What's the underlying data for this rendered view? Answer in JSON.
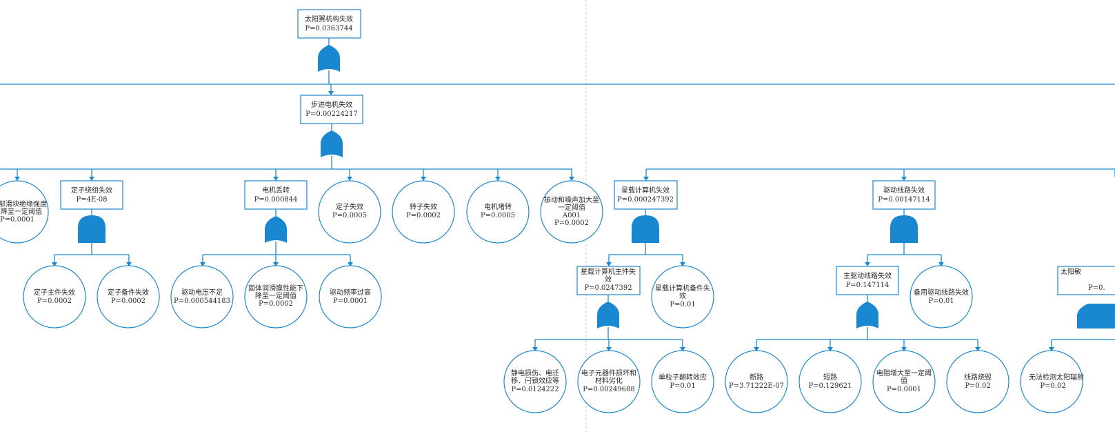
{
  "nodes": {
    "top": {
      "title": "太阳翼机构失效",
      "prob": "P=0.0363744"
    },
    "motor": {
      "title": "步进电机失效",
      "prob": "P=0.00224217"
    },
    "leftcut": {
      "lines": [
        "部滑块绝缘强度",
        "降至一定阈值"
      ],
      "prob": "P=0.0001"
    },
    "stator": {
      "title": "定子绕组失效",
      "prob": "P=4E-08"
    },
    "lost": {
      "title": "电机丢转",
      "prob": "P=0.000844"
    },
    "sfail": {
      "lines": [
        "定子失效"
      ],
      "prob": "P=0.0005"
    },
    "rfail": {
      "lines": [
        "转子失效"
      ],
      "prob": "P=0.0002"
    },
    "stall": {
      "lines": [
        "电机堵转"
      ],
      "prob": "P=0.0005"
    },
    "vib": {
      "lines": [
        "振动和噪声加大至",
        "一定阈值",
        "A001"
      ],
      "prob": "P=0.0002"
    },
    "smain": {
      "lines": [
        "定子主件失效"
      ],
      "prob": "P=0.0002"
    },
    "sbak": {
      "lines": [
        "定子备件失效"
      ],
      "prob": "P=0.0002"
    },
    "volt": {
      "lines": [
        "驱动电压不足"
      ],
      "prob": "P=0.000544183"
    },
    "lube": {
      "lines": [
        "固体润滑膜性能下",
        "降至一定阈值"
      ],
      "prob": "P=0.0002"
    },
    "freq": {
      "lines": [
        "驱动频率过高"
      ],
      "prob": "P=0.0001"
    },
    "obc": {
      "title": "星载计算机失效",
      "prob": "P=0.000247392"
    },
    "drvline": {
      "title": "驱动线路失效",
      "prob": "P=0.00147114"
    },
    "sunpart": {
      "title": "太阳敏"
    },
    "obcmain": {
      "title_lines": [
        "星载计算机主件失",
        "效"
      ],
      "prob": "P=0.0247392"
    },
    "obcbak": {
      "lines": [
        "星载计算机备件失",
        "效"
      ],
      "prob": "P=0.01"
    },
    "mainline": {
      "title": "主驱动线路失效",
      "prob": "P=0.147114"
    },
    "bakline": {
      "lines": [
        "备用驱动线路失效"
      ],
      "prob": "P=0.01"
    },
    "esd": {
      "lines": [
        "静电损伤、电迁",
        "移、闩锁效应等"
      ],
      "prob": "P=0.0124222"
    },
    "elec": {
      "lines": [
        "电子元器件损坏和",
        "材料劣化"
      ],
      "prob": "P=0.00249688"
    },
    "seu": {
      "lines": [
        "单粒子翻转效应"
      ],
      "prob": "P=0.01"
    },
    "open": {
      "lines": [
        "断路"
      ],
      "prob": "P=3.71222E-07"
    },
    "short": {
      "lines": [
        "短路"
      ],
      "prob": "P=0.129621"
    },
    "resist": {
      "lines": [
        "电阻增大至一定阈",
        "值"
      ],
      "prob": "P=0.0001"
    },
    "burn": {
      "lines": [
        "线路烧毁"
      ],
      "prob": "P=0.02"
    },
    "nodetect": {
      "lines": [
        "无法检测太阳辐射"
      ],
      "prob": "P=0.02"
    },
    "sunpartprob": {
      "prob": "P=0."
    }
  },
  "colors": {
    "accent": "#1a88d0",
    "text": "#2b2b2b",
    "divider": "#c8c8c8"
  }
}
